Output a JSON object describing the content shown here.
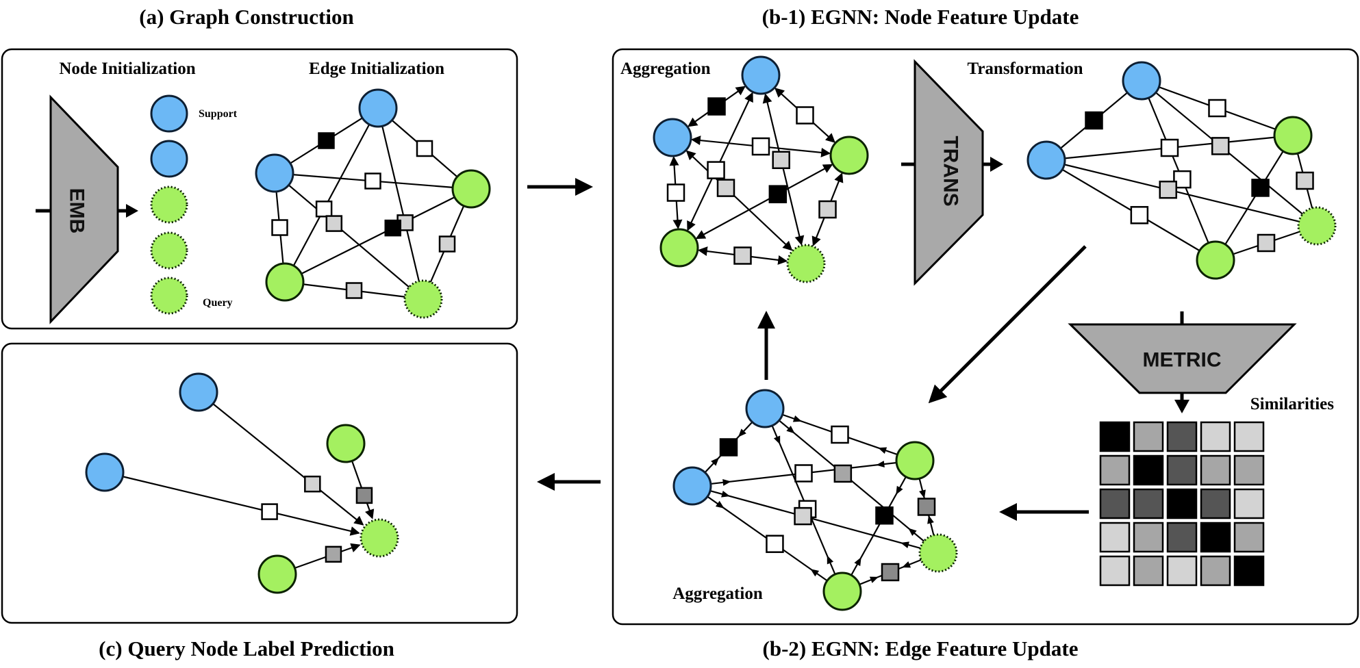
{
  "colors": {
    "support": "#6cb8f5",
    "query": "#a4f060",
    "block": "#a9a9a9",
    "edge_levels": {
      "white": "#ffffff",
      "light": "#d3d3d3",
      "mid": "#a6a6a6",
      "dark": "#8a8a8a",
      "darker": "#555555",
      "black": "#000000"
    }
  },
  "panels": {
    "a": {
      "title": "(a) Graph Construction",
      "node_init_label": "Node Initialization",
      "edge_init_label": "Edge Initialization",
      "emb_label": "EMB",
      "support_label": "Support",
      "query_label": "Query",
      "node_column": [
        "support",
        "support",
        "query-class",
        "query-class",
        "query"
      ]
    },
    "b1": {
      "title": "(b-1) EGNN: Node Feature Update",
      "aggregation_label": "Aggregation",
      "transformation_label": "Transformation",
      "trans_label": "TRANS"
    },
    "b2": {
      "title": "(b-2) EGNN: Edge Feature Update",
      "aggregation_label": "Aggregation",
      "metric_label": "METRIC",
      "similarities_label": "Similarities",
      "similarity_matrix": [
        [
          "black",
          "mid",
          "darker",
          "light",
          "light"
        ],
        [
          "mid",
          "black",
          "darker",
          "mid",
          "mid"
        ],
        [
          "darker",
          "darker",
          "black",
          "darker",
          "light"
        ],
        [
          "light",
          "mid",
          "darker",
          "black",
          "mid"
        ],
        [
          "light",
          "mid",
          "light",
          "mid",
          "black"
        ]
      ]
    },
    "c": {
      "title": "(c) Query Node Label Prediction"
    }
  }
}
